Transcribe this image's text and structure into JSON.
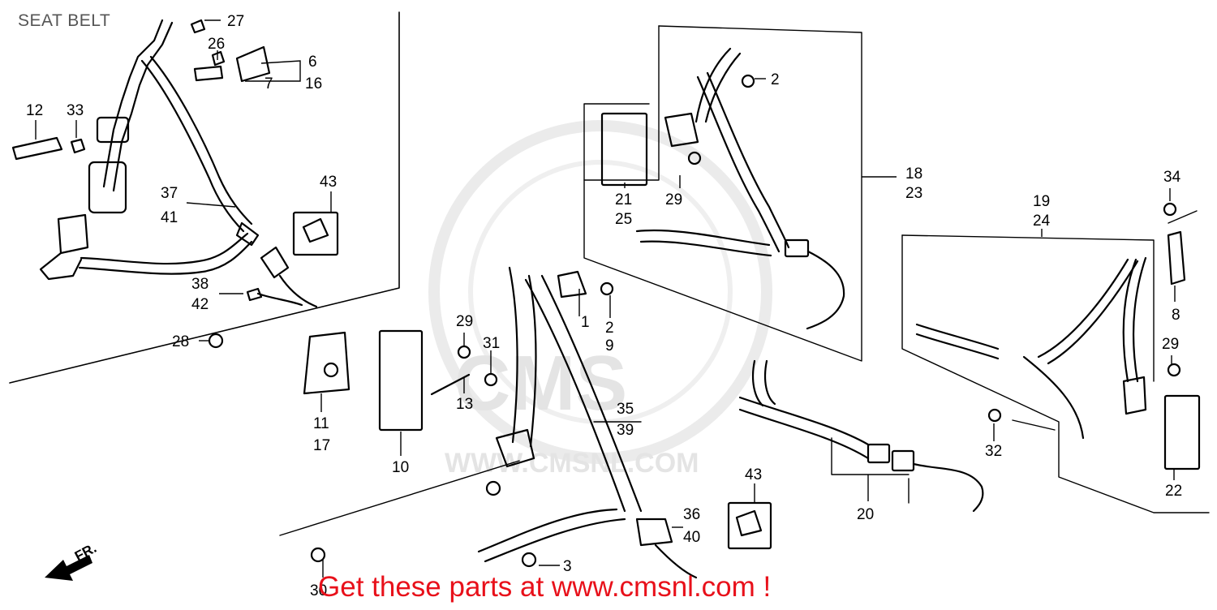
{
  "title": "SEAT BELT",
  "call_to_action": "Get these parts at www.cmsnl.com !",
  "watermark": {
    "brand": "CMS",
    "url": "WWW.CMSNL.COM"
  },
  "direction_marker": "FR.",
  "part_labels": [
    "1",
    "2",
    "2",
    "3",
    "6",
    "7",
    "8",
    "9",
    "10",
    "11",
    "12",
    "13",
    "16",
    "17",
    "18",
    "19",
    "20",
    "21",
    "22",
    "23",
    "24",
    "25",
    "26",
    "27",
    "28",
    "29",
    "29",
    "29",
    "30",
    "31",
    "32",
    "33",
    "34",
    "35",
    "36",
    "37",
    "38",
    "39",
    "40",
    "41",
    "42",
    "43",
    "43"
  ],
  "colors": {
    "title": "#555555",
    "call_to_action": "#e8101a",
    "linework": "#000000",
    "watermark": "#e4e4e4"
  }
}
